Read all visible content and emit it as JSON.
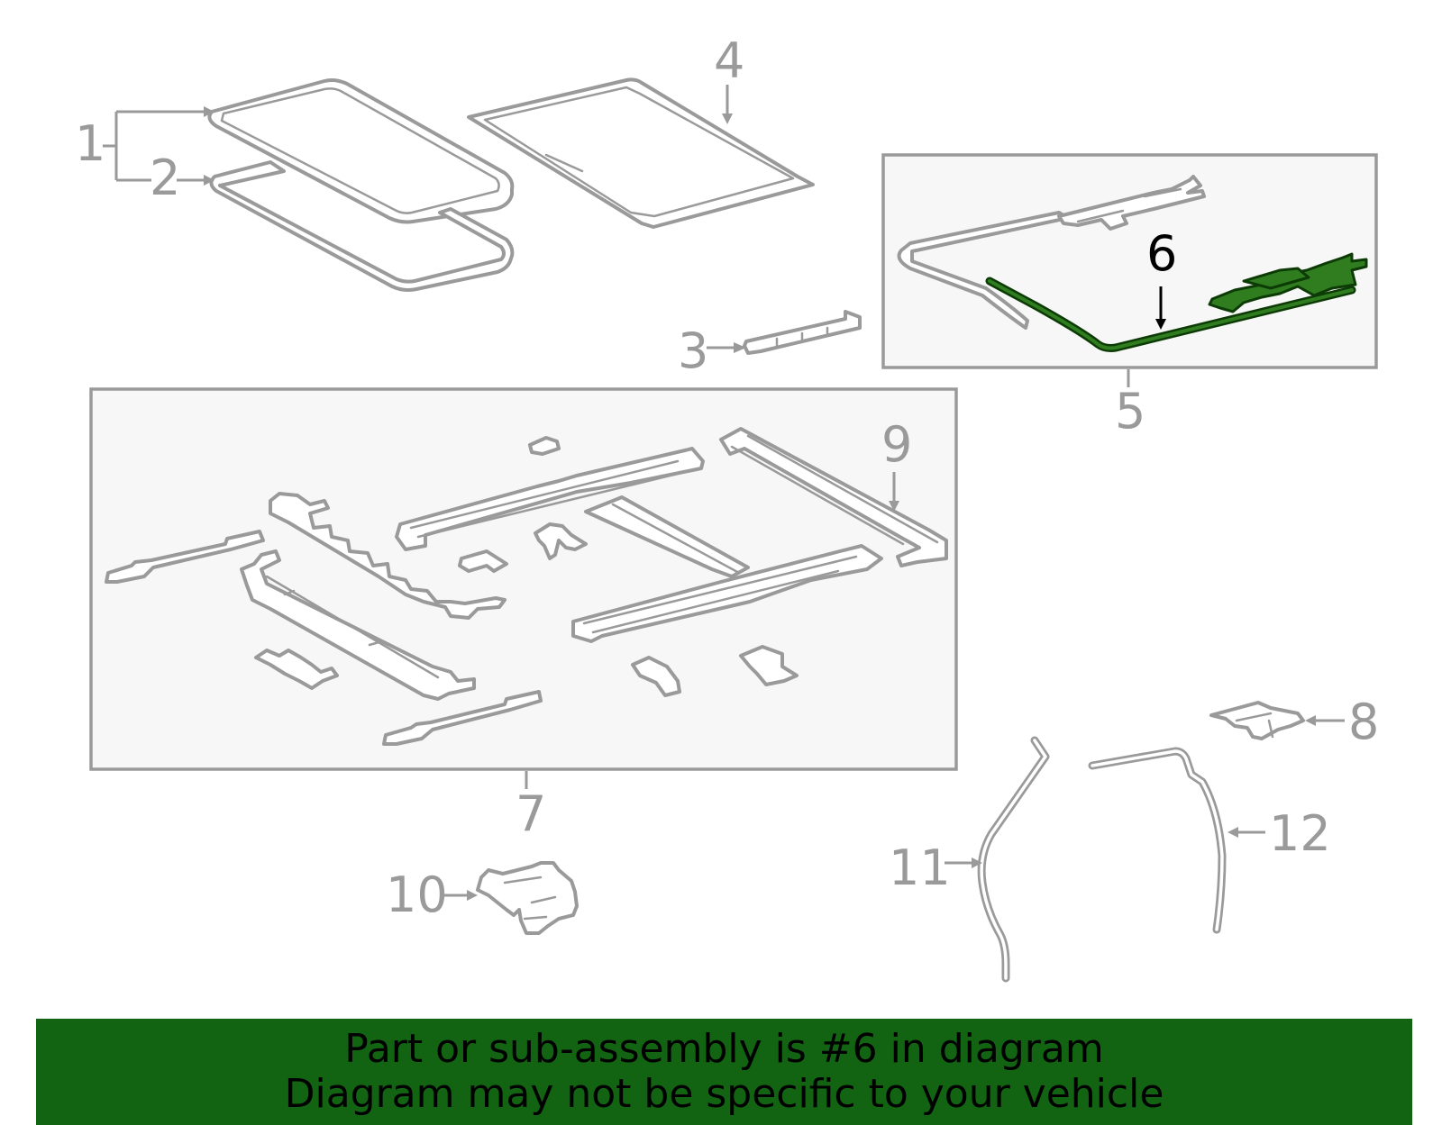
{
  "callouts": [
    "1",
    "2",
    "3",
    "4",
    "5",
    "6",
    "7",
    "8",
    "9",
    "10",
    "11",
    "12"
  ],
  "highlighted_part": "6",
  "banner": {
    "line1": "Part or sub-assembly is #6 in diagram",
    "line2": "Diagram may not be specific to your vehicle",
    "background_color": "#126312"
  },
  "colors": {
    "part_outline": "#9a9a9a",
    "highlight_fill": "#2f7d1f",
    "highlight_stroke": "#0c3b06",
    "assembly_box_fill": "#f7f7f7"
  }
}
